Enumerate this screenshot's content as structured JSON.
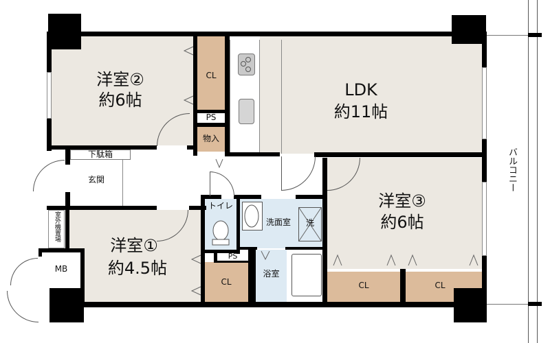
{
  "floorplan": {
    "rooms": {
      "western2": {
        "name": "洋室②",
        "size": "約6帖"
      },
      "ldk": {
        "name": "LDK",
        "size": "約11帖"
      },
      "western3": {
        "name": "洋室③",
        "size": "約6帖"
      },
      "western1": {
        "name": "洋室①",
        "size": "約4.5帖"
      }
    },
    "labels": {
      "cl_top": "CL",
      "ps_top": "PS",
      "storage": "物入",
      "shoe_box": "下駄箱",
      "entrance": "玄関",
      "outdoor_unit": "室外機置場",
      "mb": "MB",
      "toilet": "トイレ",
      "washroom": "洗面室",
      "washer": "洗",
      "bath": "浴室",
      "ps_mid": "PS",
      "cl_mid": "CL",
      "cl_r1": "CL",
      "cl_r2": "CL",
      "balcony": "バルコニー"
    },
    "colors": {
      "room": "#ece8e1",
      "closet": "#dcbb9b",
      "wet_area": "#ddeaf3",
      "wall": "#000000"
    }
  }
}
